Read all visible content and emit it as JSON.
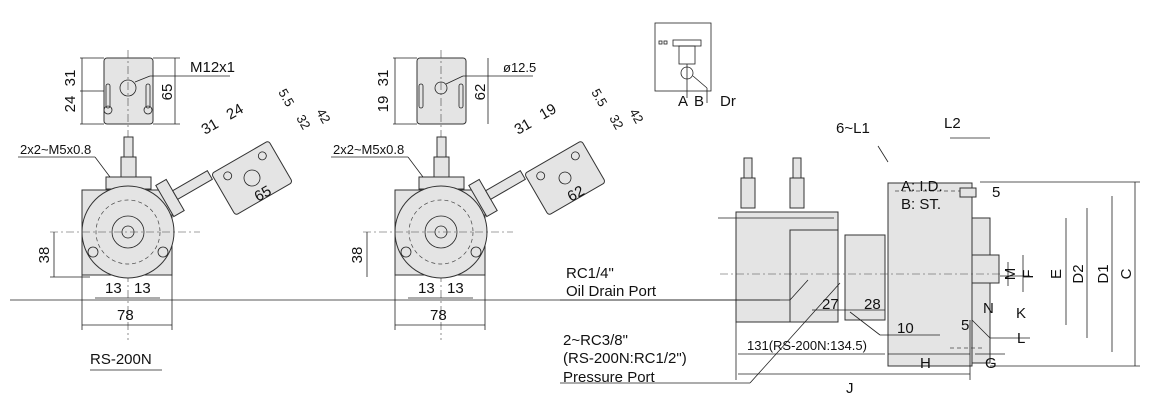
{
  "colors": {
    "part_fill": "#e4e4e4",
    "line": "#222222"
  },
  "view_left": {
    "model": "RS-200N",
    "top_dims": [
      "31",
      "24",
      "65"
    ],
    "thread": "M12x1",
    "mount_screws": "2x2~M5x0.8",
    "tilted_dims": [
      "31",
      "24",
      "5.5",
      "32",
      "42",
      "65"
    ],
    "height_dim": "38",
    "bolt_offsets": [
      "13",
      "13"
    ],
    "width_dim": "78"
  },
  "view_middle": {
    "top_dims": [
      "31",
      "19",
      "62"
    ],
    "bore": "ø12.5",
    "mount_screws": "2x2~M5x0.8",
    "tilted_dims": [
      "31",
      "19",
      "5.5",
      "32",
      "42",
      "62"
    ],
    "height_dim": "38",
    "bolt_offsets": [
      "13",
      "13"
    ],
    "width_dim": "78"
  },
  "schematic": {
    "ports": [
      "A",
      "B",
      "Dr"
    ]
  },
  "side_view": {
    "l1": "6~L1",
    "l2": "L2",
    "legend_a": "A: I.D.",
    "legend_b": "B: ST.",
    "dim_5_top": "5",
    "letters": [
      "M",
      "F",
      "E",
      "D2",
      "D1",
      "C",
      "N",
      "K",
      "L",
      "G",
      "H",
      "J"
    ],
    "dim_5_bottom": "5",
    "dim_10": "10",
    "dim_27": "27",
    "dim_28": "28",
    "length": "131(RS-200N:134.5)",
    "drain_port_size": "RC1/4\"",
    "drain_port_label": "Oil Drain Port",
    "pressure_port_size": "2~RC3/8\"",
    "pressure_port_alt": "(RS-200N:RC1/2\")",
    "pressure_port_label": "Pressure Port"
  }
}
